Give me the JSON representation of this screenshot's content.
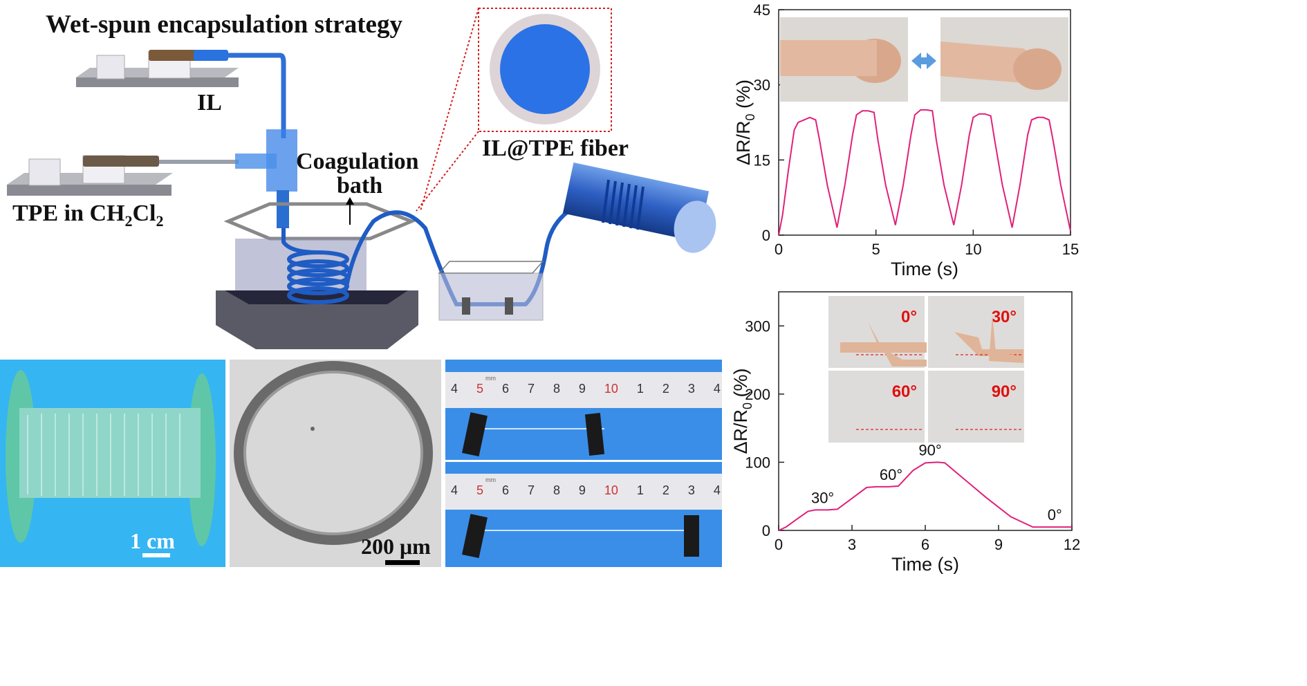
{
  "schematic": {
    "title": "Wet-spun encapsulation strategy",
    "label_il": "IL",
    "label_tpe_prefix": "TPE in CH",
    "label_tpe_sub1": "2",
    "label_tpe_mid": "Cl",
    "label_tpe_sub2": "2",
    "label_coagulation": "Coagulation",
    "label_bath": "bath",
    "label_fiber": "IL@TPE fiber"
  },
  "photos": {
    "spool_scale": "1 cm",
    "sem_scale": "200 μm",
    "ruler_ticks": [
      "4",
      "5",
      "6",
      "7",
      "8",
      "9",
      "10",
      "1",
      "2",
      "3",
      "4"
    ],
    "ruler_unit": "mm"
  },
  "chart_data": [
    {
      "type": "line",
      "xlabel": "Time (s)",
      "ylabel_main": "ΔR/R",
      "ylabel_sub": "0",
      "ylabel_unit": " (%)",
      "xlim": [
        0,
        15
      ],
      "ylim": [
        0,
        45
      ],
      "xticks": [
        0,
        5,
        10,
        15
      ],
      "yticks": [
        0,
        15,
        30,
        45
      ],
      "color": "#e0207a",
      "x": [
        0,
        0.2,
        0.5,
        0.8,
        1.0,
        1.3,
        1.6,
        1.9,
        2.1,
        2.5,
        3.0,
        3.4,
        3.8,
        4.0,
        4.3,
        4.6,
        4.9,
        5.1,
        5.5,
        6.0,
        6.4,
        6.8,
        7.0,
        7.3,
        7.6,
        7.9,
        8.1,
        8.5,
        9.0,
        9.4,
        9.8,
        10.0,
        10.3,
        10.6,
        10.9,
        11.1,
        11.5,
        12.0,
        12.4,
        12.8,
        13.0,
        13.3,
        13.6,
        13.9,
        14.1,
        14.5,
        15.0
      ],
      "y": [
        0,
        4,
        13,
        21,
        22.5,
        23,
        23.5,
        23,
        19,
        10,
        1.5,
        10,
        20,
        24,
        24.8,
        24.8,
        24.5,
        19,
        10,
        2,
        10,
        20,
        24,
        25,
        25,
        24.8,
        19,
        10,
        2,
        10,
        20,
        23.5,
        24.2,
        24.2,
        23.8,
        19,
        10,
        1.5,
        10,
        20,
        23,
        23.5,
        23.5,
        23,
        19,
        10,
        0.8
      ]
    },
    {
      "type": "line",
      "xlabel": "Time (s)",
      "ylabel_main": "ΔR/R",
      "ylabel_sub": "0",
      "ylabel_unit": " (%)",
      "xlim": [
        0,
        12
      ],
      "ylim": [
        0,
        350
      ],
      "xticks": [
        0,
        3,
        6,
        9,
        12
      ],
      "yticks": [
        0,
        100,
        200,
        300
      ],
      "color": "#e0207a",
      "x": [
        0,
        0.3,
        0.8,
        1.2,
        1.5,
        2.0,
        2.4,
        3.0,
        3.6,
        4.0,
        4.5,
        4.9,
        5.5,
        6.0,
        6.5,
        6.8,
        7.5,
        8.5,
        9.5,
        10.4,
        10.7,
        11.2,
        12.0
      ],
      "y": [
        0,
        5,
        18,
        28,
        30,
        30,
        31,
        47,
        63,
        64,
        64,
        65,
        88,
        99,
        100,
        99,
        78,
        48,
        20,
        5,
        5,
        5,
        5
      ],
      "annotations": [
        "30°",
        "60°",
        "90°",
        "0°"
      ],
      "insets": [
        "0°",
        "30°",
        "60°",
        "90°"
      ]
    }
  ]
}
